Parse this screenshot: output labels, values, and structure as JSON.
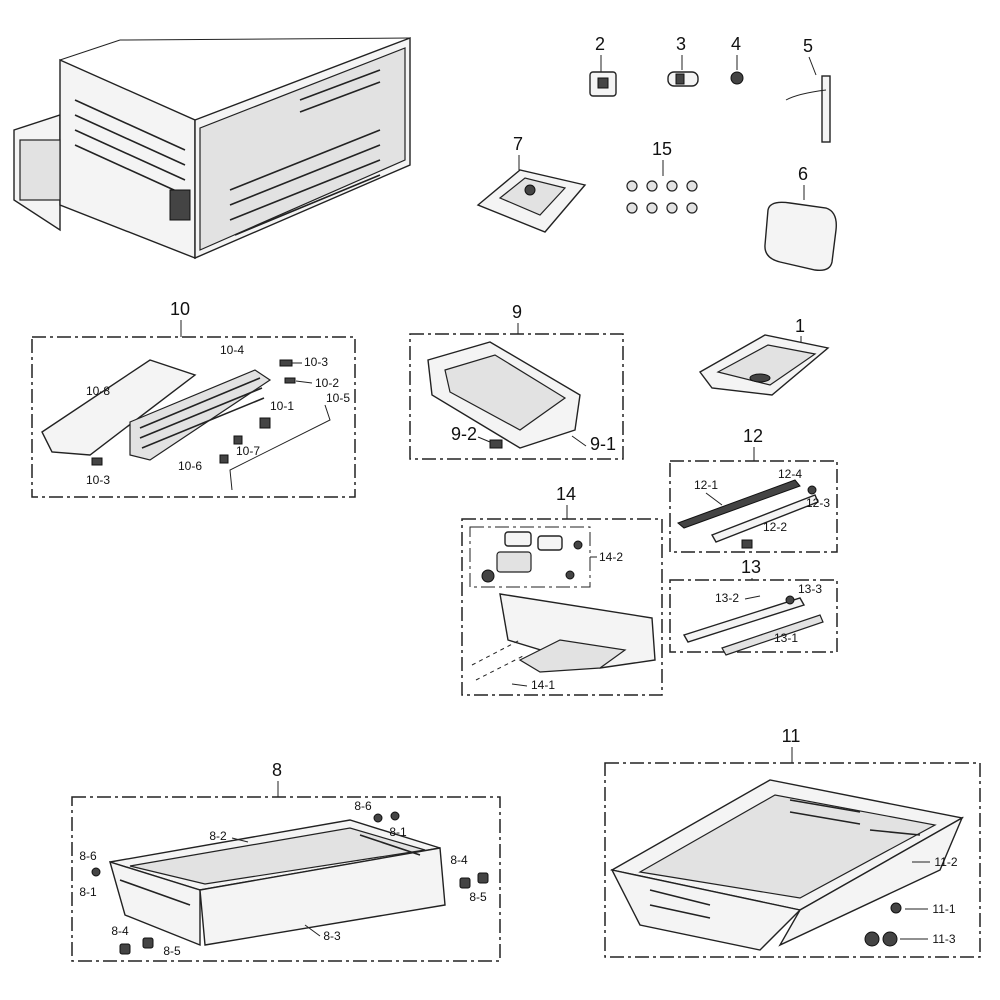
{
  "labels": {
    "p1": "1",
    "p2": "2",
    "p3": "3",
    "p4": "4",
    "p5": "5",
    "p6": "6",
    "p7": "7",
    "p15": "15",
    "g8": "8",
    "g9": "9",
    "g10": "10",
    "g11": "11",
    "g12": "12",
    "g13": "13",
    "g14": "14",
    "s10_3a": "10-3",
    "s10_2": "10-2",
    "s10_4": "10-4",
    "s10_8": "10-8",
    "s10_5": "10-5",
    "s10_1": "10-1",
    "s10_7": "10-7",
    "s10_6": "10-6",
    "s10_3b": "10-3",
    "s9_2": "9-2",
    "s9_1": "9-1",
    "s12_1": "12-1",
    "s12_4": "12-4",
    "s12_3": "12-3",
    "s12_2": "12-2",
    "s13_2": "13-2",
    "s13_3": "13-3",
    "s13_1": "13-1",
    "s14_2": "14-2",
    "s14_1": "14-1",
    "s8_6a": "8-6",
    "s8_1a": "8-1",
    "s8_2": "8-2",
    "s8_6b": "8-6",
    "s8_1b": "8-1",
    "s8_4a": "8-4",
    "s8_5a": "8-5",
    "s8_4b": "8-4",
    "s8_5b": "8-5",
    "s8_3": "8-3",
    "s11_2": "11-2",
    "s11_1": "11-1",
    "s11_3": "11-3"
  }
}
